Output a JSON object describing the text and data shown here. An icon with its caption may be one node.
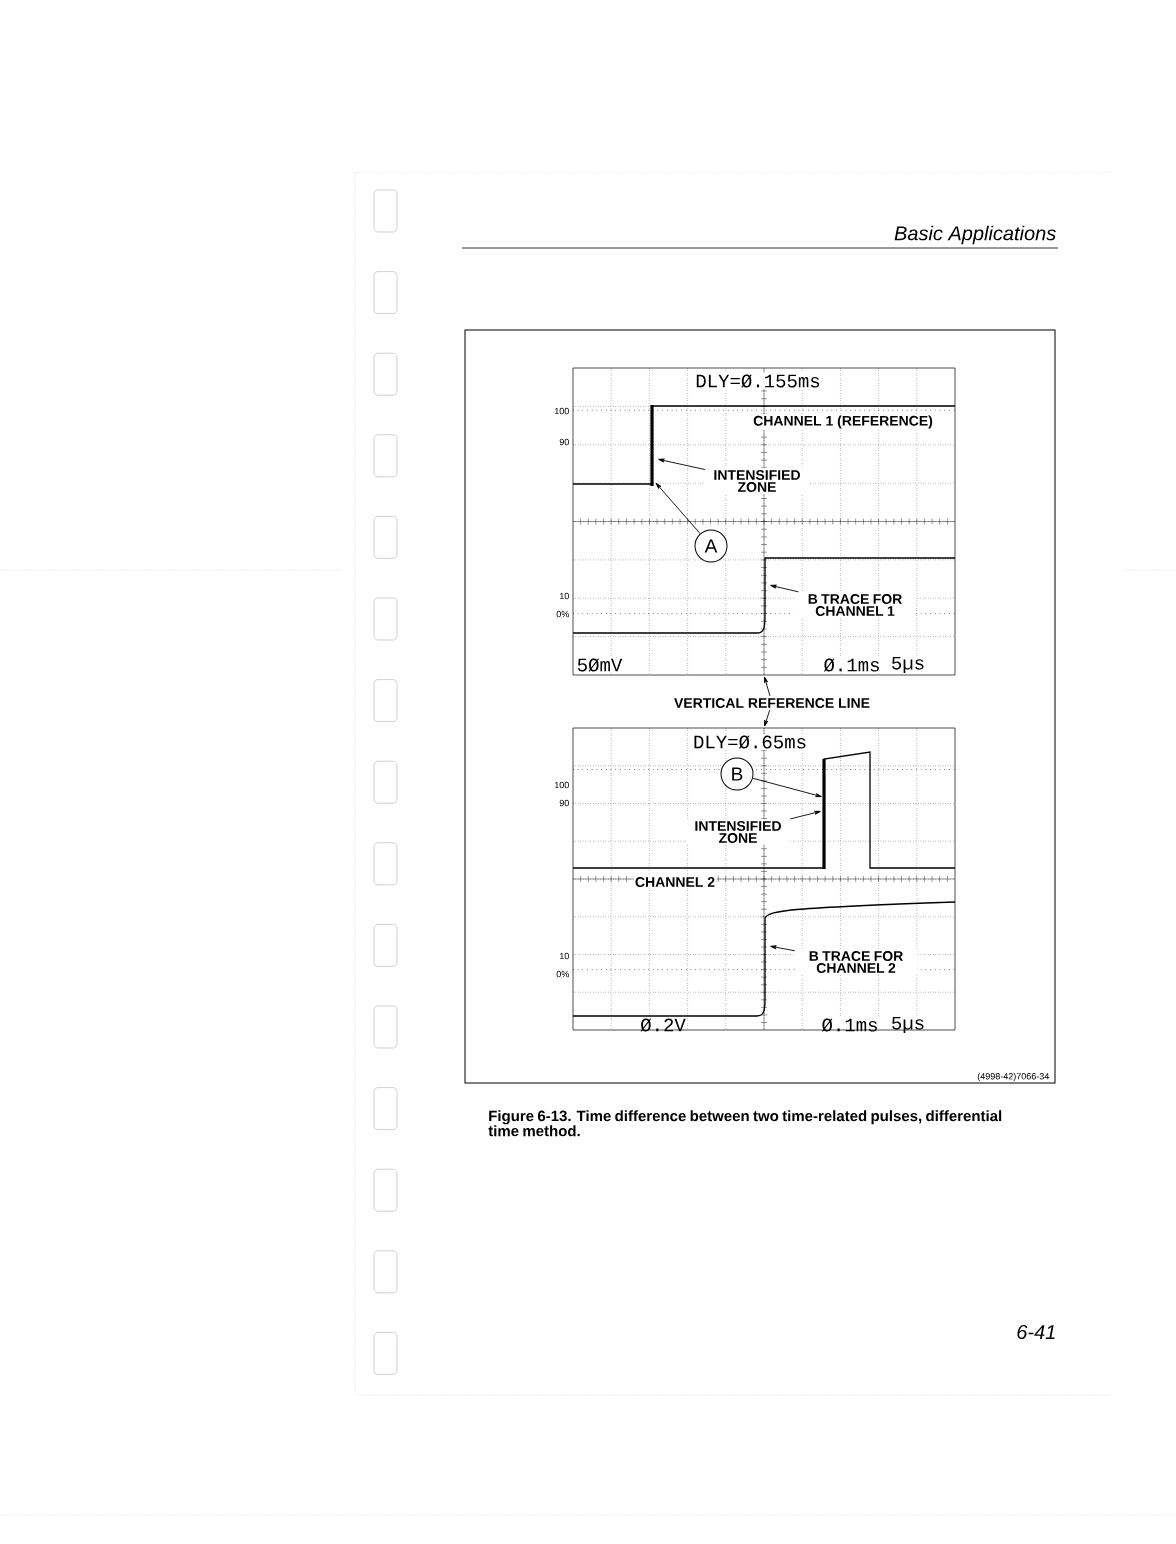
{
  "diagram": {
    "caption": "Figure 6-13. Time difference between two time-related pulses, differential time method.",
    "nodes": [
      {
        "text": [],
        "shape": "box"
      },
      {
        "text": [
          "INTENSIFIED ZONE"
        ],
        "in": 0
      },
      {
        "text": [
          "A"
        ],
        "in": 0
      },
      {
        "text": [
          "B TRACE FOR CHANNEL 1"
        ],
        "in": 0
      },
      {
        "text": [
          "VERTICAL REFERENCE LINE"
        ]
      },
      {
        "text": [],
        "shape": "box"
      },
      {
        "text": [
          "B"
        ],
        "in": 5
      },
      {
        "text": [
          "INTENSIFIED ZONE"
        ],
        "in": 5
      },
      {
        "text": [
          "B TRACE FOR CHANNEL 2"
        ],
        "in": 5
      }
    ],
    "edges": [
      {
        "from": 1,
        "to": null,
        "arrow": "to"
      },
      {
        "from": 2,
        "to": null,
        "arrow": "to"
      },
      {
        "from": 3,
        "to": null,
        "arrow": "to"
      },
      {
        "from": 4,
        "to": 0,
        "arrow": "to"
      },
      {
        "from": 4,
        "to": 5,
        "arrow": "to"
      },
      {
        "from": 6,
        "to": null,
        "arrow": "to"
      },
      {
        "from": 7,
        "to": null,
        "arrow": "to"
      },
      {
        "from": 8,
        "to": null,
        "arrow": "to"
      }
    ],
    "labels": [
      "Basic Applications",
      "DLY=Ø.155ms",
      "CHANNEL 1 (REFERENCE)",
      "100",
      "90",
      "10",
      "0%",
      "5ØmV",
      "Ø.1ms",
      "5µs",
      "DLY=Ø.65ms",
      "100",
      "90",
      "CHANNEL 2",
      "10",
      "0%",
      "Ø.2V",
      "Ø.1ms",
      "5µs",
      "(4998-42)7066-34",
      "6-41"
    ]
  }
}
